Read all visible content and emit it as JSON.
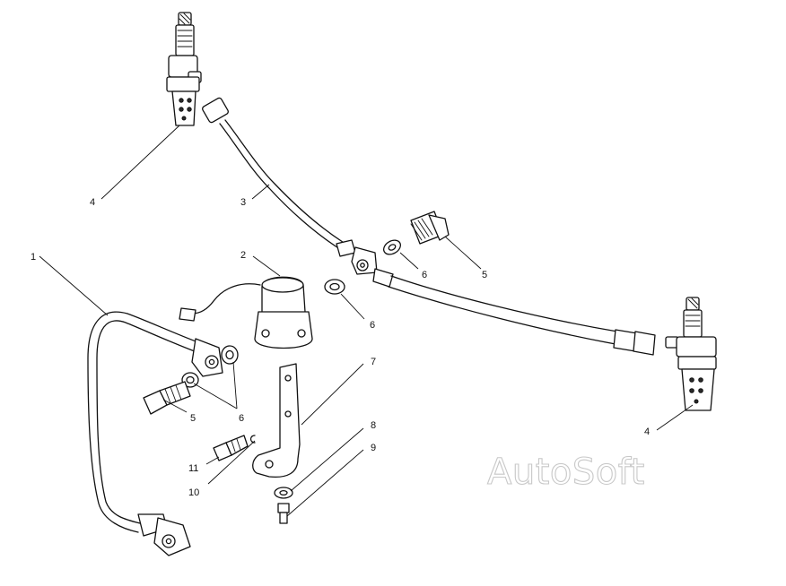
{
  "diagram": {
    "callouts": [
      {
        "id": "c1",
        "text": "1"
      },
      {
        "id": "c2",
        "text": "2"
      },
      {
        "id": "c3",
        "text": "3"
      },
      {
        "id": "c4a",
        "text": "4"
      },
      {
        "id": "c4b",
        "text": "4"
      },
      {
        "id": "c5a",
        "text": "5"
      },
      {
        "id": "c5b",
        "text": "5"
      },
      {
        "id": "c6a",
        "text": "6"
      },
      {
        "id": "c6b",
        "text": "6"
      },
      {
        "id": "c6c",
        "text": "6"
      },
      {
        "id": "c7",
        "text": "7"
      },
      {
        "id": "c8",
        "text": "8"
      },
      {
        "id": "c9",
        "text": "9"
      },
      {
        "id": "c10",
        "text": "10"
      },
      {
        "id": "c11",
        "text": "11"
      }
    ],
    "watermark": "AutoSoft"
  }
}
